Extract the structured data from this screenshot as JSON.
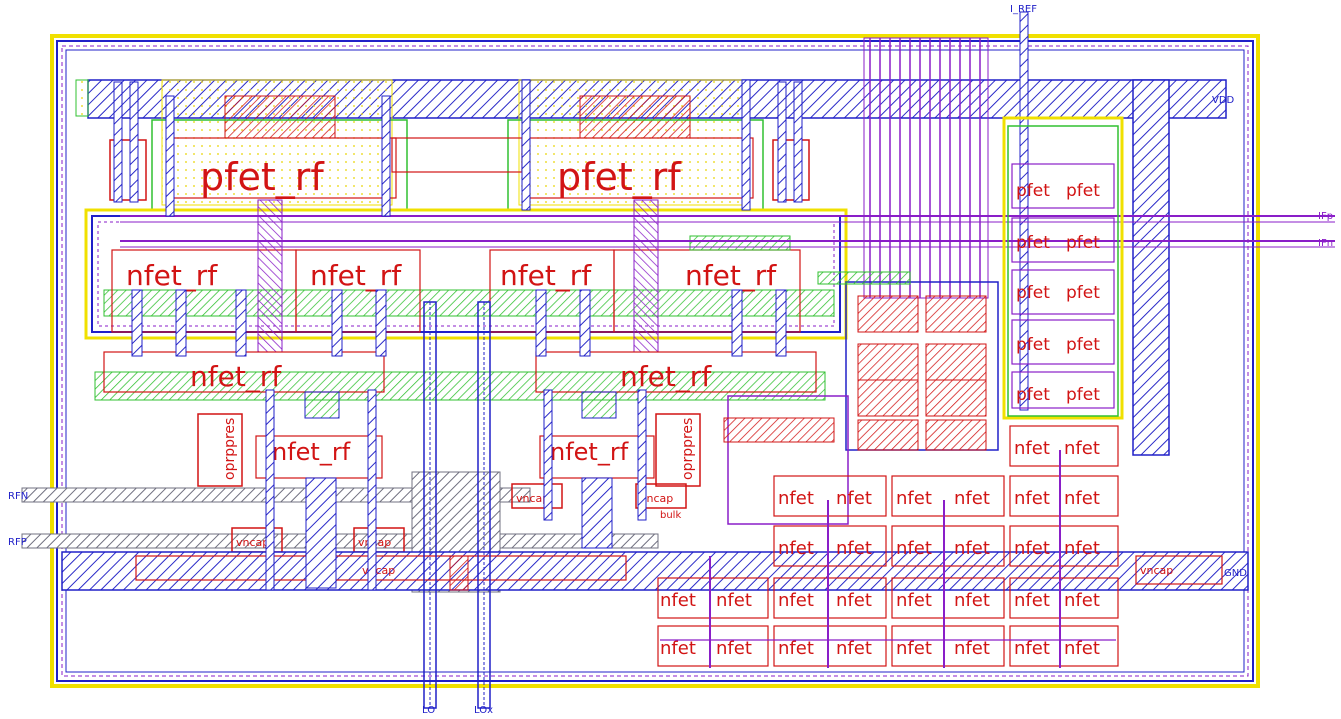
{
  "pins": {
    "i_ref": "I_REF",
    "vdd": "VDD",
    "gnd": "GND",
    "rfn": "RFN",
    "rfp": "RFP",
    "lo": "LO",
    "lox": "LOx",
    "ifp": "IFp",
    "ifn": "IFn"
  },
  "devices": {
    "pfet_rf": "pfet_rf",
    "nfet_rf": "nfet_rf",
    "nfet": "nfet",
    "pfet": "pfet",
    "oprppres": "oprppres",
    "vncap": "vncap",
    "bulk": "bulk"
  },
  "colors": {
    "yellow": "#f0e000",
    "blue": "#2020c8",
    "purple": "#8a1ec8",
    "red": "#d21414",
    "green": "#30c030",
    "hatch": "#606070"
  }
}
